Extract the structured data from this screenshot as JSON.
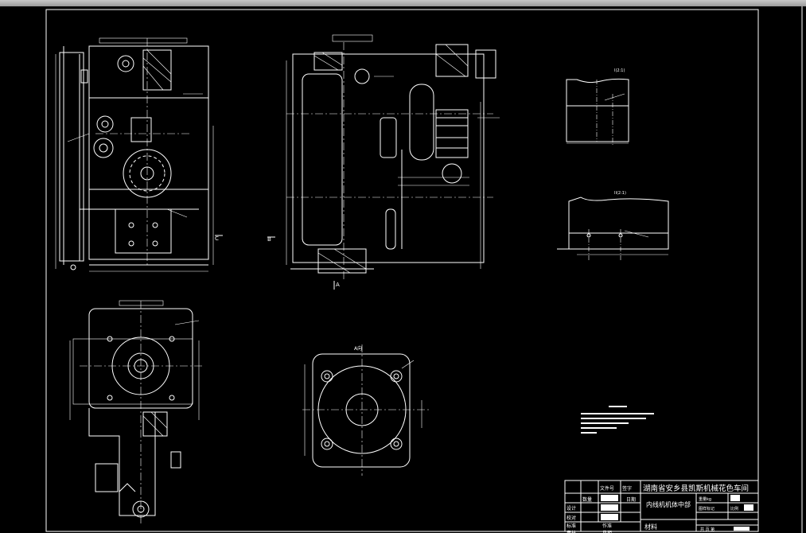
{
  "title_block": {
    "company": "湖南省安乡县凯斯机械花色车间",
    "part_name": "内线机机体中部",
    "material_label": "材料",
    "col_count": "数量",
    "col_file": "文件号",
    "col_sign": "签字",
    "col_date": "日期",
    "row_design": "设计",
    "row_check": "校对",
    "row_standard": "标准",
    "row_review": "审核",
    "make_label": "作准",
    "date_label": "日期",
    "weight_label": "重量kg",
    "scale_label": "比例",
    "sheet_label": "图样标记",
    "total_label": "共 页 第"
  },
  "views": {
    "section_a": "A",
    "section_b": "B",
    "section_c": "C",
    "view_a": "A向",
    "detail_1": "I(2:1)",
    "detail_2": "II(2:1)"
  },
  "colors": {
    "background": "#000000",
    "lines": "#ffffff",
    "frame": "#ffffff"
  }
}
